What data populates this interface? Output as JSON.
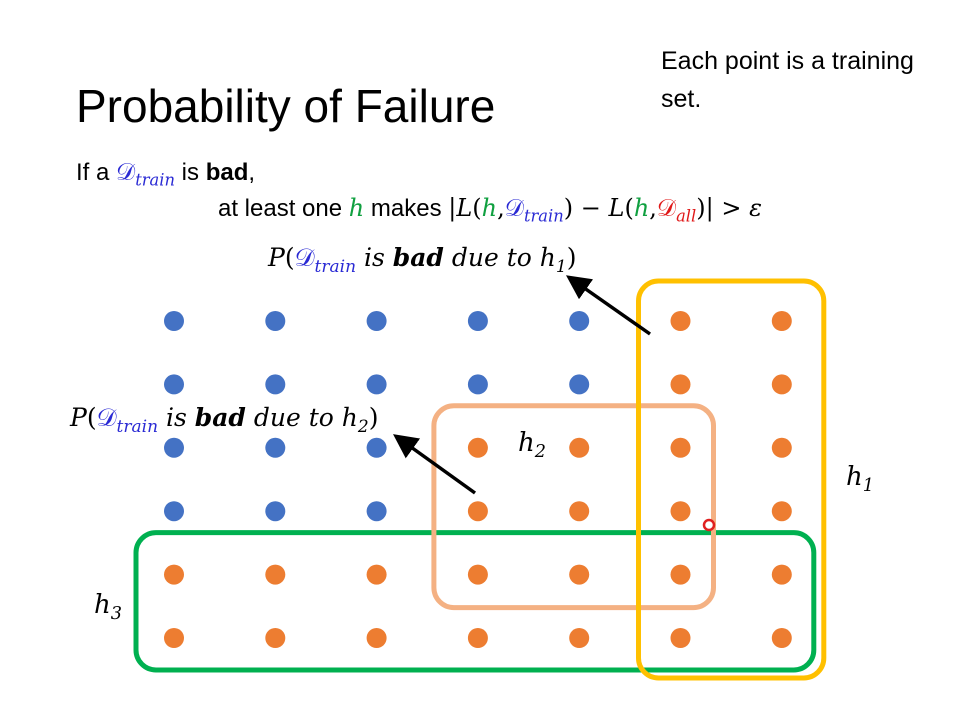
{
  "slide": {
    "title": "Probability of Failure",
    "note": "Each point is a training set.",
    "line1": {
      "if_a": "If a",
      "is": "is",
      "bad": "bad",
      "comma": ","
    },
    "line2": {
      "at_least_one": "at least one",
      "makes": "makes"
    },
    "math": {
      "D": "𝒟",
      "train": "train",
      "all": "all",
      "h": "h",
      "L": "L",
      "P": "P",
      "open": "(",
      "close": ")",
      "comma": ",",
      "minus": " − ",
      "bar_open": "|",
      "bar_close": "|",
      "gt": " > ",
      "epsilon": "ε",
      "is": " is ",
      "bad": "bad",
      "due_to": " due to ",
      "one": "1",
      "two": "2"
    },
    "region_labels": {
      "h1": "h",
      "h1_sub": "1",
      "h2": "h",
      "h2_sub": "2",
      "h3": "h",
      "h3_sub": "3"
    }
  },
  "grid": {
    "columns": 7,
    "rows": 6,
    "colors": {
      "good": "#4472c4",
      "bad": "#ed7d31"
    },
    "status": [
      [
        "good",
        "good",
        "good",
        "good",
        "good",
        "bad",
        "bad"
      ],
      [
        "good",
        "good",
        "good",
        "good",
        "good",
        "bad",
        "bad"
      ],
      [
        "good",
        "good",
        "good",
        "bad",
        "bad",
        "bad",
        "bad"
      ],
      [
        "good",
        "good",
        "good",
        "bad",
        "bad",
        "bad",
        "bad"
      ],
      [
        "bad",
        "bad",
        "bad",
        "bad",
        "bad",
        "bad",
        "bad"
      ],
      [
        "bad",
        "bad",
        "bad",
        "bad",
        "bad",
        "bad",
        "bad"
      ]
    ]
  },
  "regions": {
    "h1": {
      "color": "#ffc000",
      "cols": [
        5,
        6
      ],
      "rows": [
        0,
        5
      ]
    },
    "h2": {
      "color": "#f4b183",
      "cols": [
        3,
        5
      ],
      "rows": [
        2,
        4
      ]
    },
    "h3": {
      "color": "#00b050",
      "cols": [
        0,
        6
      ],
      "rows": [
        4,
        5
      ]
    }
  },
  "colors": {
    "arrow": "#000000",
    "cursor": "#e02020"
  }
}
